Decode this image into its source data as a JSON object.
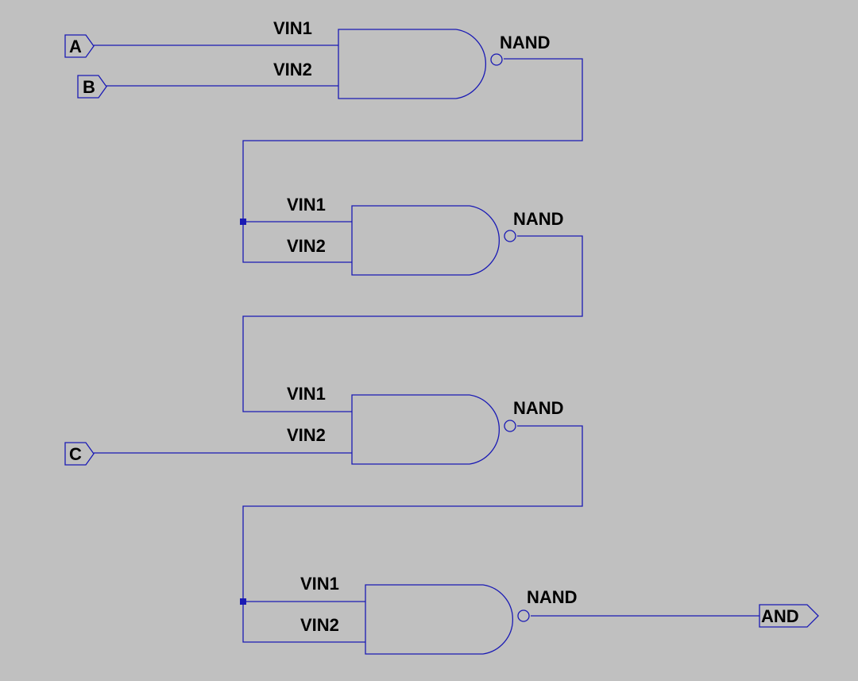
{
  "ports": {
    "a": "A",
    "b": "B",
    "c": "C",
    "out": "AND"
  },
  "gates": [
    {
      "type": "NAND",
      "input1": "VIN1",
      "input2": "VIN2"
    },
    {
      "type": "NAND",
      "input1": "VIN1",
      "input2": "VIN2"
    },
    {
      "type": "NAND",
      "input1": "VIN1",
      "input2": "VIN2"
    },
    {
      "type": "NAND",
      "input1": "VIN1",
      "input2": "VIN2"
    }
  ],
  "colors": {
    "background": "#c0c0c0",
    "wire": "#1a1ab4",
    "text": "#000000"
  }
}
